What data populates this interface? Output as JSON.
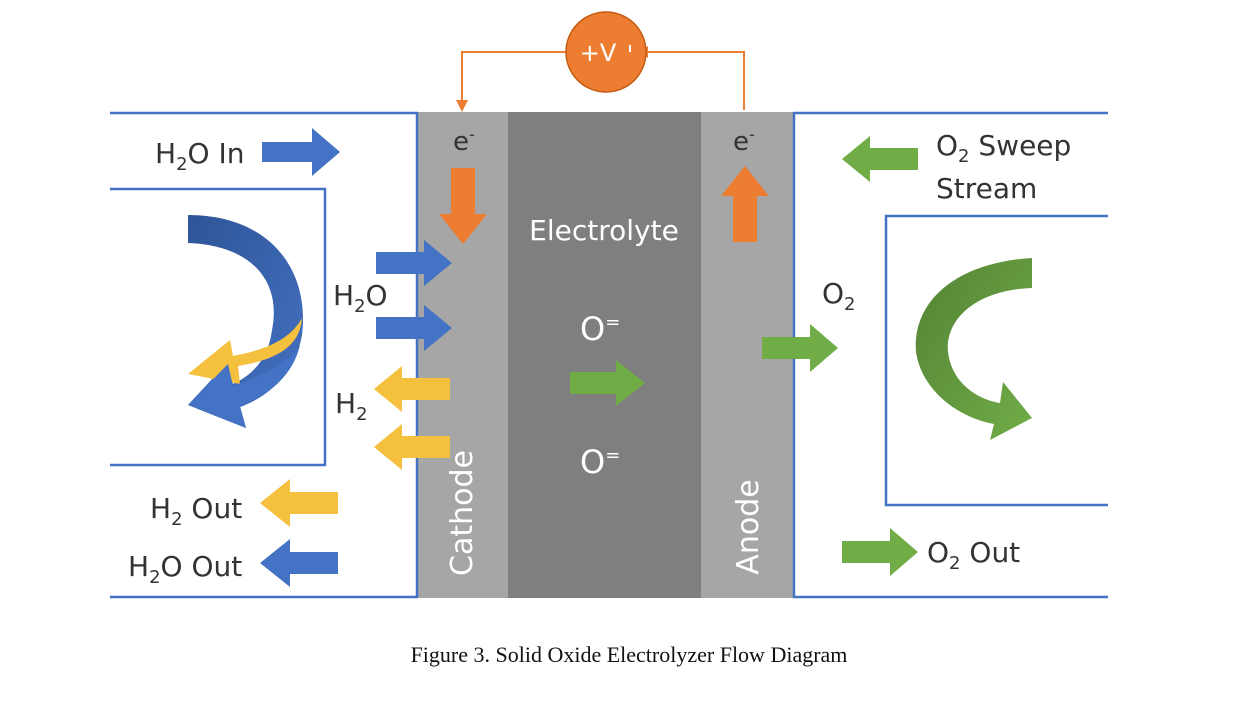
{
  "diagram": {
    "voltage_symbol": "+V",
    "electron_left": "e",
    "electron_right": "e",
    "electron_superscript": "-",
    "electrolyte": "Electrolyte",
    "cathode": "Cathode",
    "anode": "Anode",
    "oxide_ion_1": "O",
    "oxide_ion_2": "O",
    "oxide_ion_charge": "=",
    "h2o_in": {
      "prefix": "H",
      "sub": "2",
      "suffix": "O In"
    },
    "h2o_label": {
      "prefix": "H",
      "sub": "2",
      "suffix": "O"
    },
    "h2_label": {
      "prefix": "H",
      "sub": "2",
      "suffix": ""
    },
    "h2_out": {
      "prefix": "H",
      "sub": "2",
      "suffix": " Out"
    },
    "h2o_out": {
      "prefix": "H",
      "sub": "2",
      "suffix": "O Out"
    },
    "o2_sweep": {
      "prefix": "O",
      "sub": "2",
      "suffix": " Sweep"
    },
    "stream": "Stream",
    "o2_label": {
      "prefix": "O",
      "sub": "2",
      "suffix": ""
    },
    "o2_out": {
      "prefix": "O",
      "sub": "2",
      "suffix": " Out"
    }
  },
  "caption": "Figure 3. Solid Oxide Electrolyzer Flow Diagram",
  "colors": {
    "channel_border": "#4472c4",
    "cathode_anode": "#a6a6a6",
    "electrolyte": "#7f7f7f",
    "water_blue": "#4472c4",
    "hydrogen_yellow": "#f4c03e",
    "oxygen_green": "#70ad47",
    "electron_orange": "#ed7d31",
    "wire": "#ed7d31"
  }
}
